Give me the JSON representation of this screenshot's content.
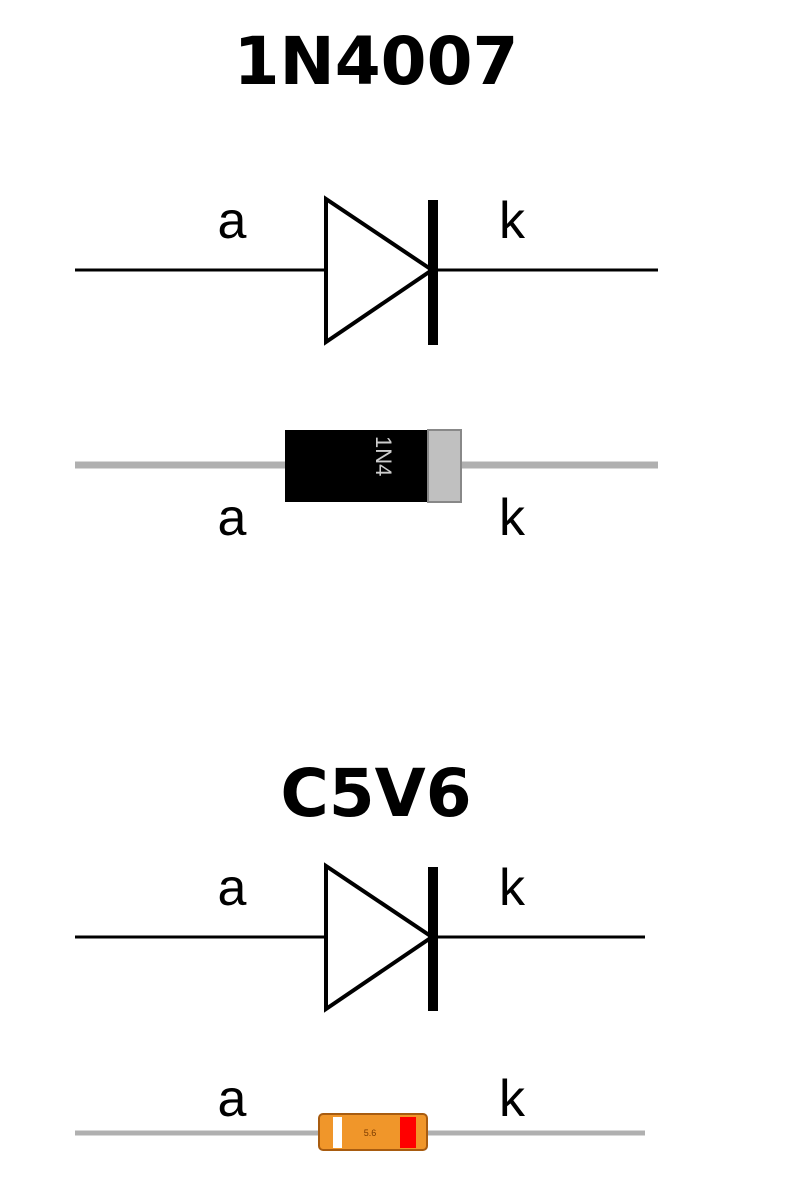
{
  "sections": [
    {
      "title": "1N4007",
      "symbol": {
        "anode_label": "a",
        "cathode_label": "k"
      },
      "package": {
        "anode_label": "a",
        "cathode_label": "k",
        "marking": "1N4",
        "body_color": "#000000",
        "band_color": "#c0c0c0"
      }
    },
    {
      "title": "C5V6",
      "symbol": {
        "anode_label": "a",
        "cathode_label": "k"
      },
      "package": {
        "anode_label": "a",
        "cathode_label": "k",
        "marking": "5.6",
        "body_color": "#f0962a",
        "band_colors": [
          "#ffffff",
          "#ff0000"
        ]
      }
    }
  ],
  "colors": {
    "lead": "#b0b0b0",
    "wire": "#000000"
  }
}
